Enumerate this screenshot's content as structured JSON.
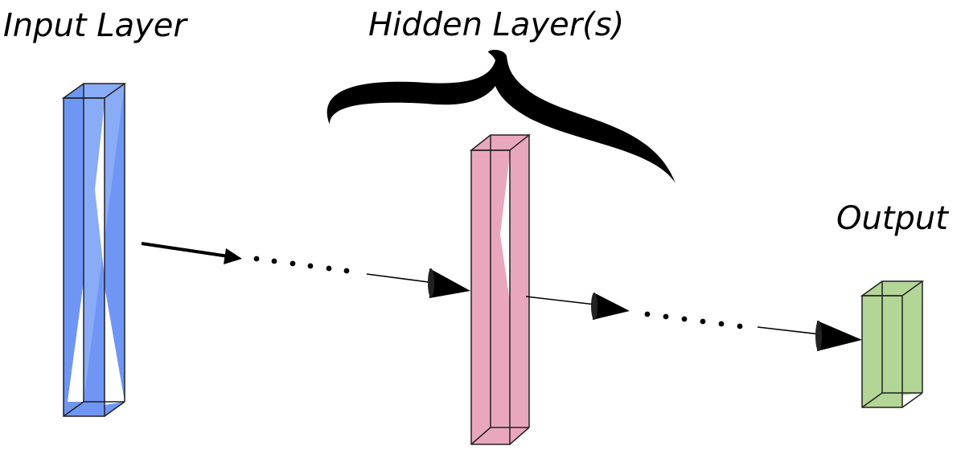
{
  "labels": {
    "input": "Input Layer",
    "hidden": "Hidden Layer(s)",
    "output": "Output"
  },
  "colors": {
    "input_fill": "#6f96f5",
    "hidden_fill": "#e9a7bd",
    "output_fill": "#b3d596",
    "edge": "#222222",
    "arrow": "#000000"
  }
}
